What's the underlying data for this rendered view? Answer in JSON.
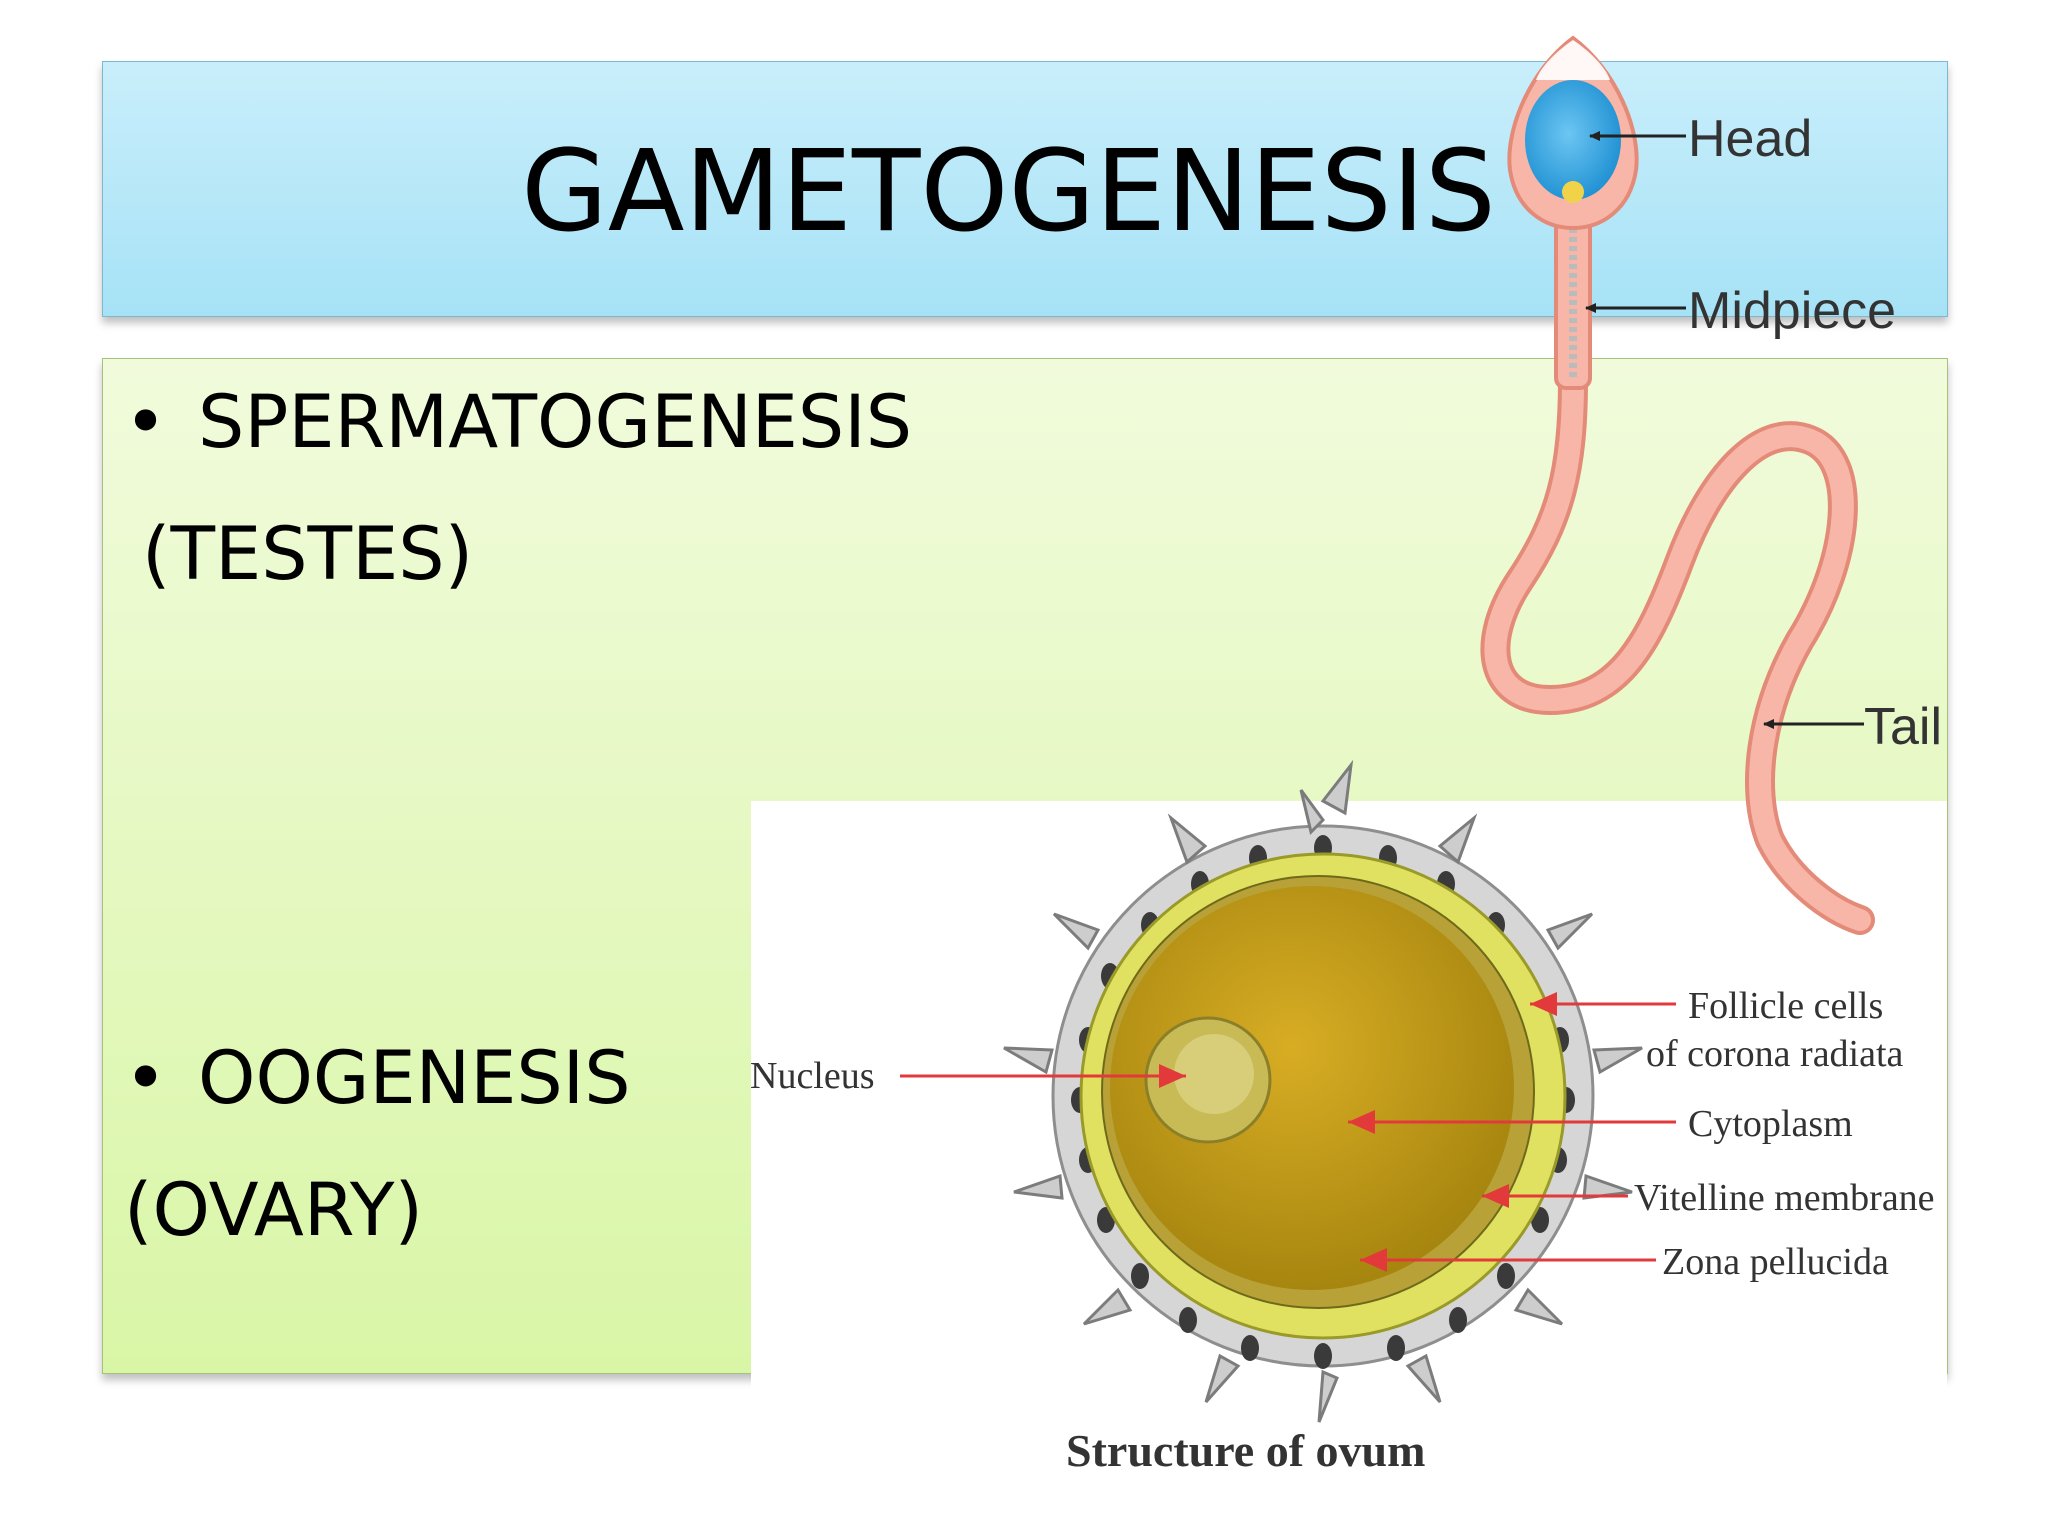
{
  "slide": {
    "title": "GAMETOGENESIS",
    "items": [
      {
        "bullet": "•",
        "label": "SPERMATOGENESIS",
        "sub": "(TESTES)"
      },
      {
        "bullet": "•",
        "label": "OOGENESIS",
        "sub": "(OVARY)"
      }
    ]
  },
  "sperm_diagram": {
    "labels": {
      "head": "Head",
      "midpiece": "Midpiece",
      "tail": "Tail"
    },
    "colors": {
      "body": "#f5a99b",
      "head_core": "#2e9ddd",
      "centriole": "#f1d34a"
    }
  },
  "ovum_diagram": {
    "caption": "Structure of ovum",
    "labels": {
      "nucleus": "Nucleus",
      "follicle_line1": "Follicle cells",
      "follicle_line2": "of corona radiata",
      "cytoplasm": "Cytoplasm",
      "vitelline": "Vitelline membrane",
      "zona": "Zona pellucida"
    },
    "colors": {
      "cytoplasm": "#c9a21c",
      "zona": "#d8d64a",
      "arrow": "#e23a3a",
      "follicle": "#b9b9b9"
    }
  }
}
